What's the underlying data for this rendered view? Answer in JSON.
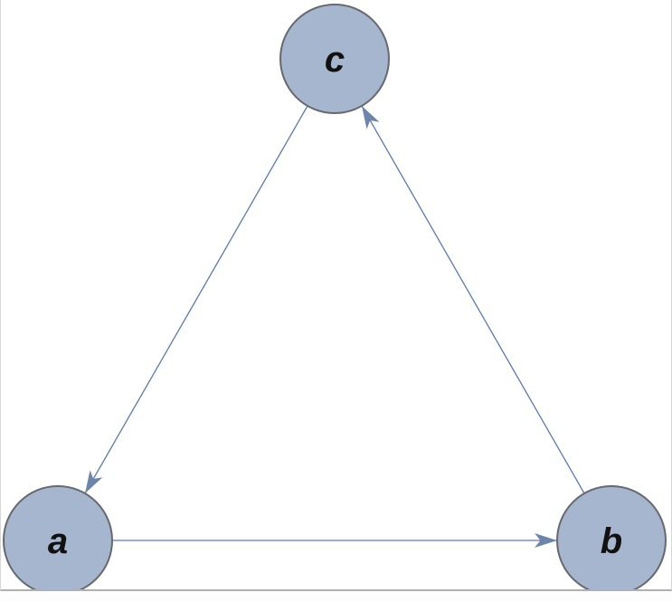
{
  "graph": {
    "type": "directed-graph",
    "nodes": [
      {
        "id": "c",
        "label": "c",
        "position": "top-center"
      },
      {
        "id": "a",
        "label": "a",
        "position": "bottom-left"
      },
      {
        "id": "b",
        "label": "b",
        "position": "bottom-right"
      }
    ],
    "edges": [
      {
        "from": "a",
        "to": "b",
        "arrow": "arrowhead-at-b"
      },
      {
        "from": "b",
        "to": "c",
        "arrow": "arrowhead-at-c"
      },
      {
        "from": "c",
        "to": "a",
        "arrow": "arrowhead-at-a"
      }
    ]
  },
  "colors": {
    "node_fill": "#a6b6ce",
    "node_border": "#66696e",
    "edge_line": "#5a7ab0",
    "arrowhead": "#6d84ab",
    "label": "#111111",
    "frame_side": "#d7d7d7",
    "frame_bottom": "#aeb0b4",
    "background": "#ffffff"
  }
}
